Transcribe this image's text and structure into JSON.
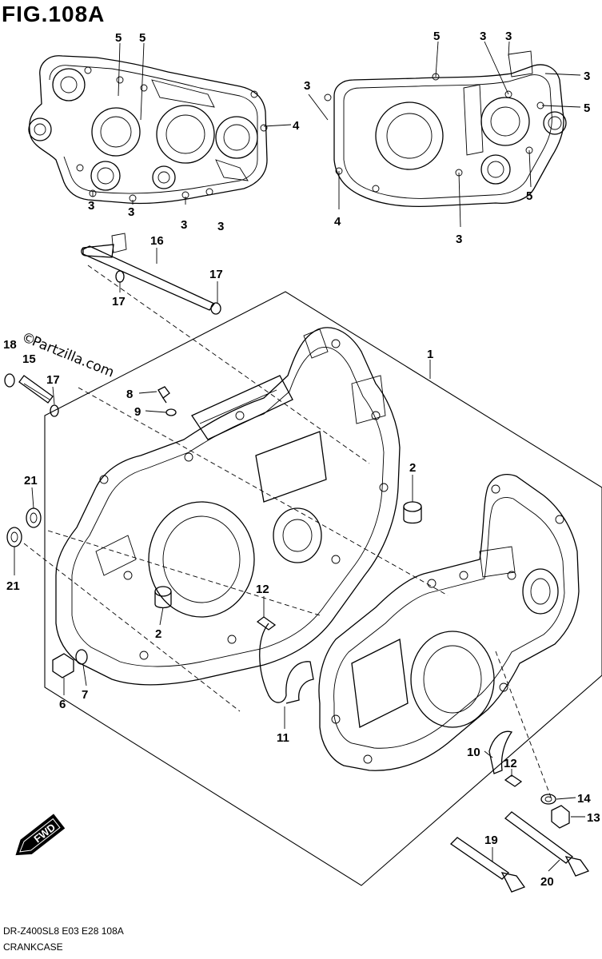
{
  "figure": {
    "title": "FIG.108A",
    "model_code": "DR-Z400SL8  E03  E28  108A",
    "section_name": "CRANKCASE",
    "watermark": "Partzilla.com",
    "watermark_mark": "©",
    "fwd_label": "FWD"
  },
  "callouts": [
    {
      "id": "c-5a",
      "label": "5"
    },
    {
      "id": "c-5b",
      "label": "5"
    },
    {
      "id": "c-4a",
      "label": "4"
    },
    {
      "id": "c-3a",
      "label": "3"
    },
    {
      "id": "c-3b",
      "label": "3"
    },
    {
      "id": "c-3c",
      "label": "3"
    },
    {
      "id": "c-3d",
      "label": "3"
    },
    {
      "id": "c-5c",
      "label": "5"
    },
    {
      "id": "c-3e",
      "label": "3"
    },
    {
      "id": "c-3f",
      "label": "3"
    },
    {
      "id": "c-3g",
      "label": "3"
    },
    {
      "id": "c-3h",
      "label": "3"
    },
    {
      "id": "c-5d",
      "label": "5"
    },
    {
      "id": "c-5e",
      "label": "5"
    },
    {
      "id": "c-4b",
      "label": "4"
    },
    {
      "id": "c-3i",
      "label": "3"
    },
    {
      "id": "c-16",
      "label": "16"
    },
    {
      "id": "c-17a",
      "label": "17"
    },
    {
      "id": "c-17b",
      "label": "17"
    },
    {
      "id": "c-18",
      "label": "18"
    },
    {
      "id": "c-15",
      "label": "15"
    },
    {
      "id": "c-17c",
      "label": "17"
    },
    {
      "id": "c-1",
      "label": "1"
    },
    {
      "id": "c-8",
      "label": "8"
    },
    {
      "id": "c-9",
      "label": "9"
    },
    {
      "id": "c-2a",
      "label": "2"
    },
    {
      "id": "c-21a",
      "label": "21"
    },
    {
      "id": "c-21b",
      "label": "21"
    },
    {
      "id": "c-12a",
      "label": "12"
    },
    {
      "id": "c-2b",
      "label": "2"
    },
    {
      "id": "c-6",
      "label": "6"
    },
    {
      "id": "c-7",
      "label": "7"
    },
    {
      "id": "c-11",
      "label": "11"
    },
    {
      "id": "c-10",
      "label": "10"
    },
    {
      "id": "c-12b",
      "label": "12"
    },
    {
      "id": "c-14",
      "label": "14"
    },
    {
      "id": "c-13",
      "label": "13"
    },
    {
      "id": "c-19",
      "label": "19"
    },
    {
      "id": "c-20",
      "label": "20"
    }
  ]
}
